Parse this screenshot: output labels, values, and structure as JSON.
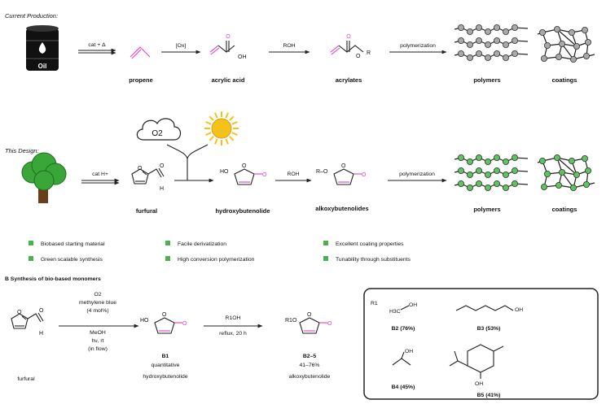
{
  "top": {
    "section_label": "Current Production:",
    "oil_label": "Oil",
    "step1": "cat + Δ",
    "step2": "[Ox]",
    "step3": "ROH",
    "step4": "polymerization",
    "propene": "propene",
    "acrylic_acid": "acrylic acid",
    "acrylates": "acrylates",
    "polymers": "polymers",
    "coatings": "coatings",
    "oh": "OH",
    "o": "O",
    "r": "R"
  },
  "middle": {
    "section_label": "This Design:",
    "o2": "O2",
    "step1": "cat H+",
    "step3": "ROH",
    "step4": "polymerization",
    "furfural": "furfural",
    "hydroxybutenolide": "hydroxybutenolide",
    "alkoxybutenolides": "alkoxybutenolides",
    "polymers": "polymers",
    "coatings": "coatings",
    "ho": "HO",
    "ro": "R–O",
    "o": "O",
    "h": "H"
  },
  "features": [
    "Biobased starting material",
    "Facile derivatization",
    "Excellent coating properties",
    "Green scalable synthesis",
    "High conversion polymerization",
    "Tunability through substituents"
  ],
  "section_b": {
    "title": "B  Synthesis of bio-based monomers",
    "cond1": [
      "O2",
      "methylene blue",
      "(4 mol%)",
      "MeOH",
      "hν, rt",
      "(in flow)"
    ],
    "cond2": [
      "R1OH",
      "reflux, 20 h"
    ],
    "furfural": "furfural",
    "b1": "B1",
    "b1_yield": "quantitative",
    "b1_name": "hydroxybutenolide",
    "b25": "B2–5",
    "b25_yield": "41–76%",
    "b25_name": "alkoxybutenolide",
    "ho": "HO",
    "r1o": "R1O",
    "o": "O",
    "h": "H"
  },
  "box": {
    "r_label": "R1",
    "h3c": "H3C",
    "oh": "OH",
    "b2": "B2 (76%)",
    "b3": "B3 (53%)",
    "b4": "B4 (45%)",
    "b5": "B5 (41%)"
  },
  "colors": {
    "magenta": "#e040c8",
    "green_bead": "#5cc55c",
    "grey_bead": "#a8a8a8",
    "tree_green": "#3aa63a",
    "sun": "#f5c21b",
    "bullet": "#4caf50"
  }
}
